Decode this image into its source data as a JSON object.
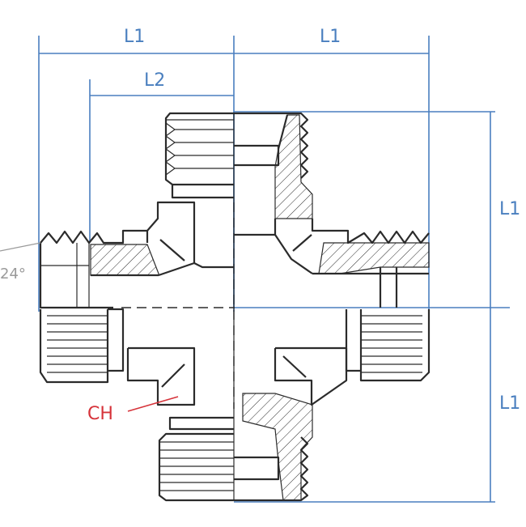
{
  "labels": {
    "l1_top_left": "L1",
    "l1_top_right": "L1",
    "l2": "L2",
    "l1_right_upper": "L1",
    "l1_right_lower": "L1",
    "ch": "CH",
    "angle": "24°"
  },
  "colors": {
    "dimension": "#4a7fbf",
    "callout": "#d6333a",
    "outline": "#2b2b2b",
    "angle_text": "#9a9a9a"
  }
}
